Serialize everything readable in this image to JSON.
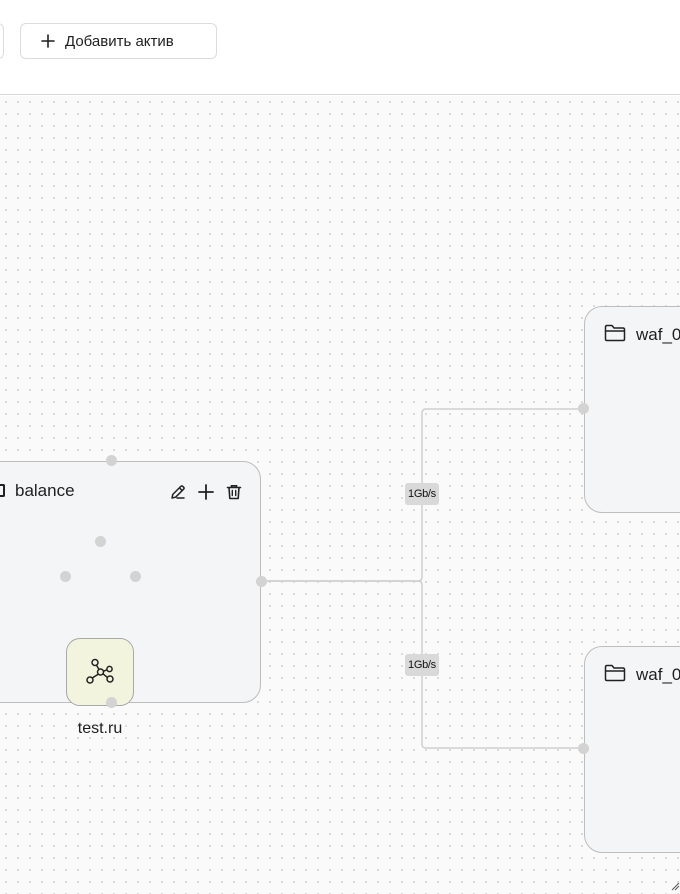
{
  "toolbar": {
    "add_asset_label": "Добавить актив"
  },
  "nodes": {
    "balance": {
      "title": "balance",
      "tools": [
        "edit-icon",
        "plus-icon",
        "trash-icon"
      ],
      "asset": {
        "label": "test.ru",
        "icon": "network-icon"
      }
    },
    "waf_top": {
      "title": "waf_0",
      "icon": "folder-icon"
    },
    "waf_bottom": {
      "title": "waf_0",
      "icon": "folder-icon"
    }
  },
  "edges": [
    {
      "label": "1Gb/s"
    },
    {
      "label": "1Gb/s"
    }
  ],
  "colors": {
    "group_bg": "#f4f5f6",
    "asset_bg": "#f3f4de",
    "edge": "#cfcfcf",
    "edge_label_bg": "#d9d9d9",
    "handle": "#d3d3d3"
  }
}
